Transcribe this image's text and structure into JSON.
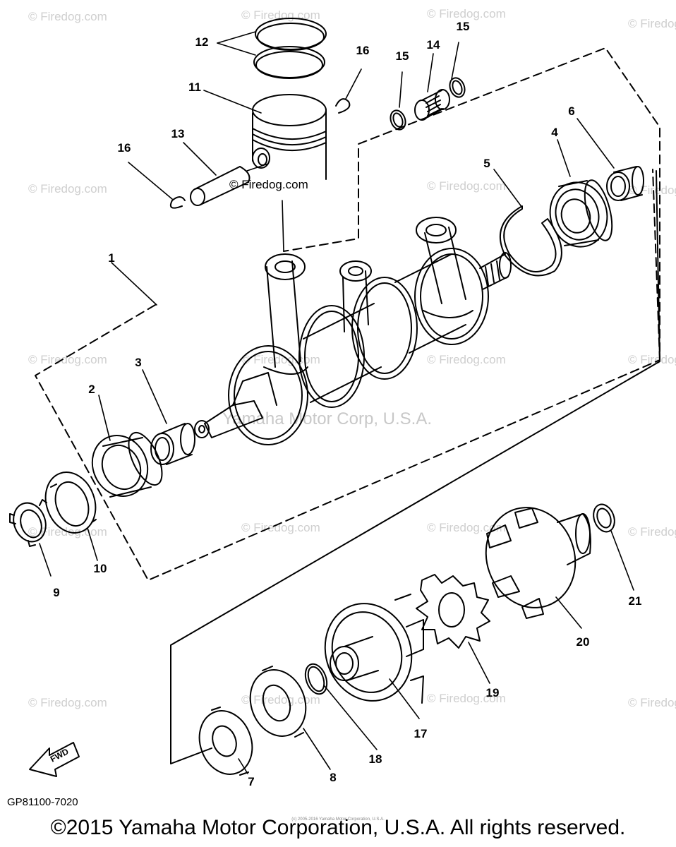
{
  "watermark": "© Firedog.com",
  "watermark_center": "Yamaha Motor Corp, U.S.A.",
  "fwd_label": "FWD",
  "diagram_code": "GP81100-7020",
  "copyright": "©2015 Yamaha Motor Corporation, U.S.A. All rights reserved.",
  "tiny_copyright": "(c) 2005-2016 Yamaha Motor Corporation, U.S.A.",
  "part_labels": {
    "p1": "1",
    "p2": "2",
    "p3": "3",
    "p4": "4",
    "p5": "5",
    "p6": "6",
    "p7": "7",
    "p8": "8",
    "p9": "9",
    "p10": "10",
    "p11": "11",
    "p12": "12",
    "p13": "13",
    "p14": "14",
    "p15a": "15",
    "p15b": "15",
    "p16a": "16",
    "p16b": "16",
    "p17": "17",
    "p18": "18",
    "p19": "19",
    "p20": "20",
    "p21": "21"
  },
  "colors": {
    "line": "#000000",
    "watermark": "#cfcfcf"
  }
}
